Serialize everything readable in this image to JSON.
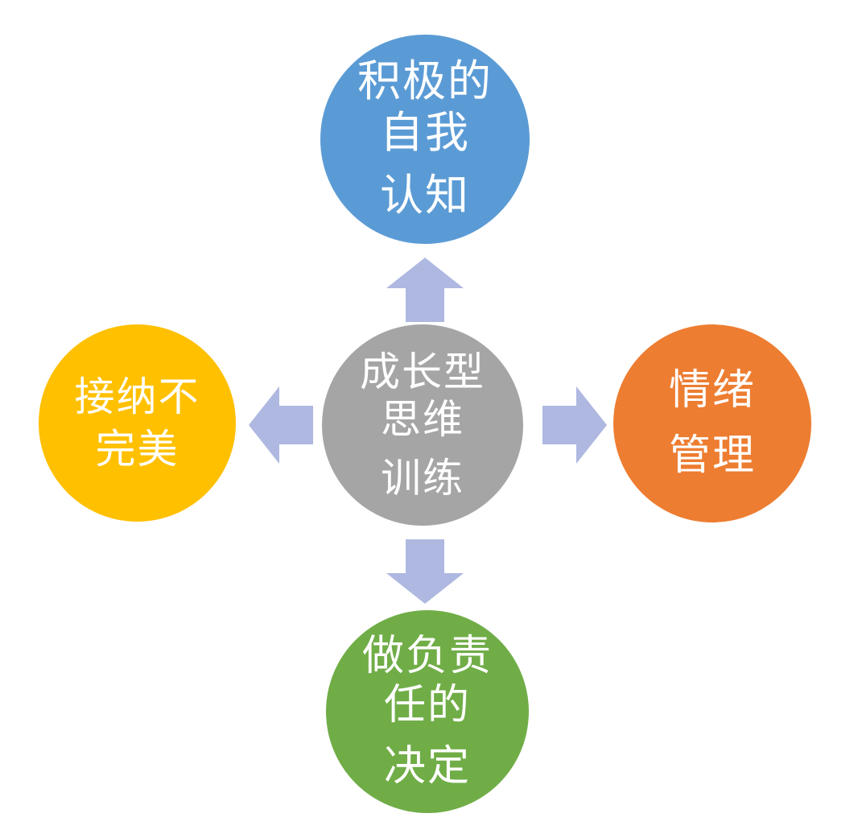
{
  "diagram": {
    "title": "成长型思维训练",
    "type": "hub-and-spoke",
    "background_color": "#FFFFFF",
    "arrow_color": "#AEB8E0",
    "center": {
      "id": "center",
      "label": "成长型思维训练",
      "lines": [
        "成长型",
        "思维",
        "训练"
      ],
      "color": "#A5A5A5",
      "text_color": "#FFFFFF",
      "position": "center"
    },
    "nodes": [
      {
        "id": "top",
        "label": "积极的自我认知",
        "lines": [
          "积极的",
          "自我",
          "认知"
        ],
        "color": "#5B9BD5",
        "text_color": "#FFFFFF",
        "position": "top",
        "arrow": "arrow-up"
      },
      {
        "id": "right",
        "label": "情绪管理",
        "lines": [
          "情绪",
          "管理"
        ],
        "color": "#ED7D31",
        "text_color": "#FFFFFF",
        "position": "right",
        "arrow": "arrow-right"
      },
      {
        "id": "bottom",
        "label": "做负责任的决定",
        "lines": [
          "做负责",
          "任的",
          "决定"
        ],
        "color": "#70AD47",
        "text_color": "#FFFFFF",
        "position": "bottom",
        "arrow": "arrow-down"
      },
      {
        "id": "left",
        "label": "接纳不完美",
        "lines": [
          "接纳不",
          "完美"
        ],
        "color": "#FFC000",
        "text_color": "#FFFFFF",
        "position": "left",
        "arrow": "arrow-left"
      }
    ],
    "arrows": [
      {
        "id": "arrow-up",
        "direction": "up",
        "from": "center",
        "to": "top",
        "color": "#AEB8E0"
      },
      {
        "id": "arrow-right",
        "direction": "right",
        "from": "center",
        "to": "right",
        "color": "#AEB8E0"
      },
      {
        "id": "arrow-down",
        "direction": "down",
        "from": "center",
        "to": "bottom",
        "color": "#AEB8E0"
      },
      {
        "id": "arrow-left",
        "direction": "left",
        "from": "center",
        "to": "left",
        "color": "#AEB8E0"
      }
    ]
  }
}
